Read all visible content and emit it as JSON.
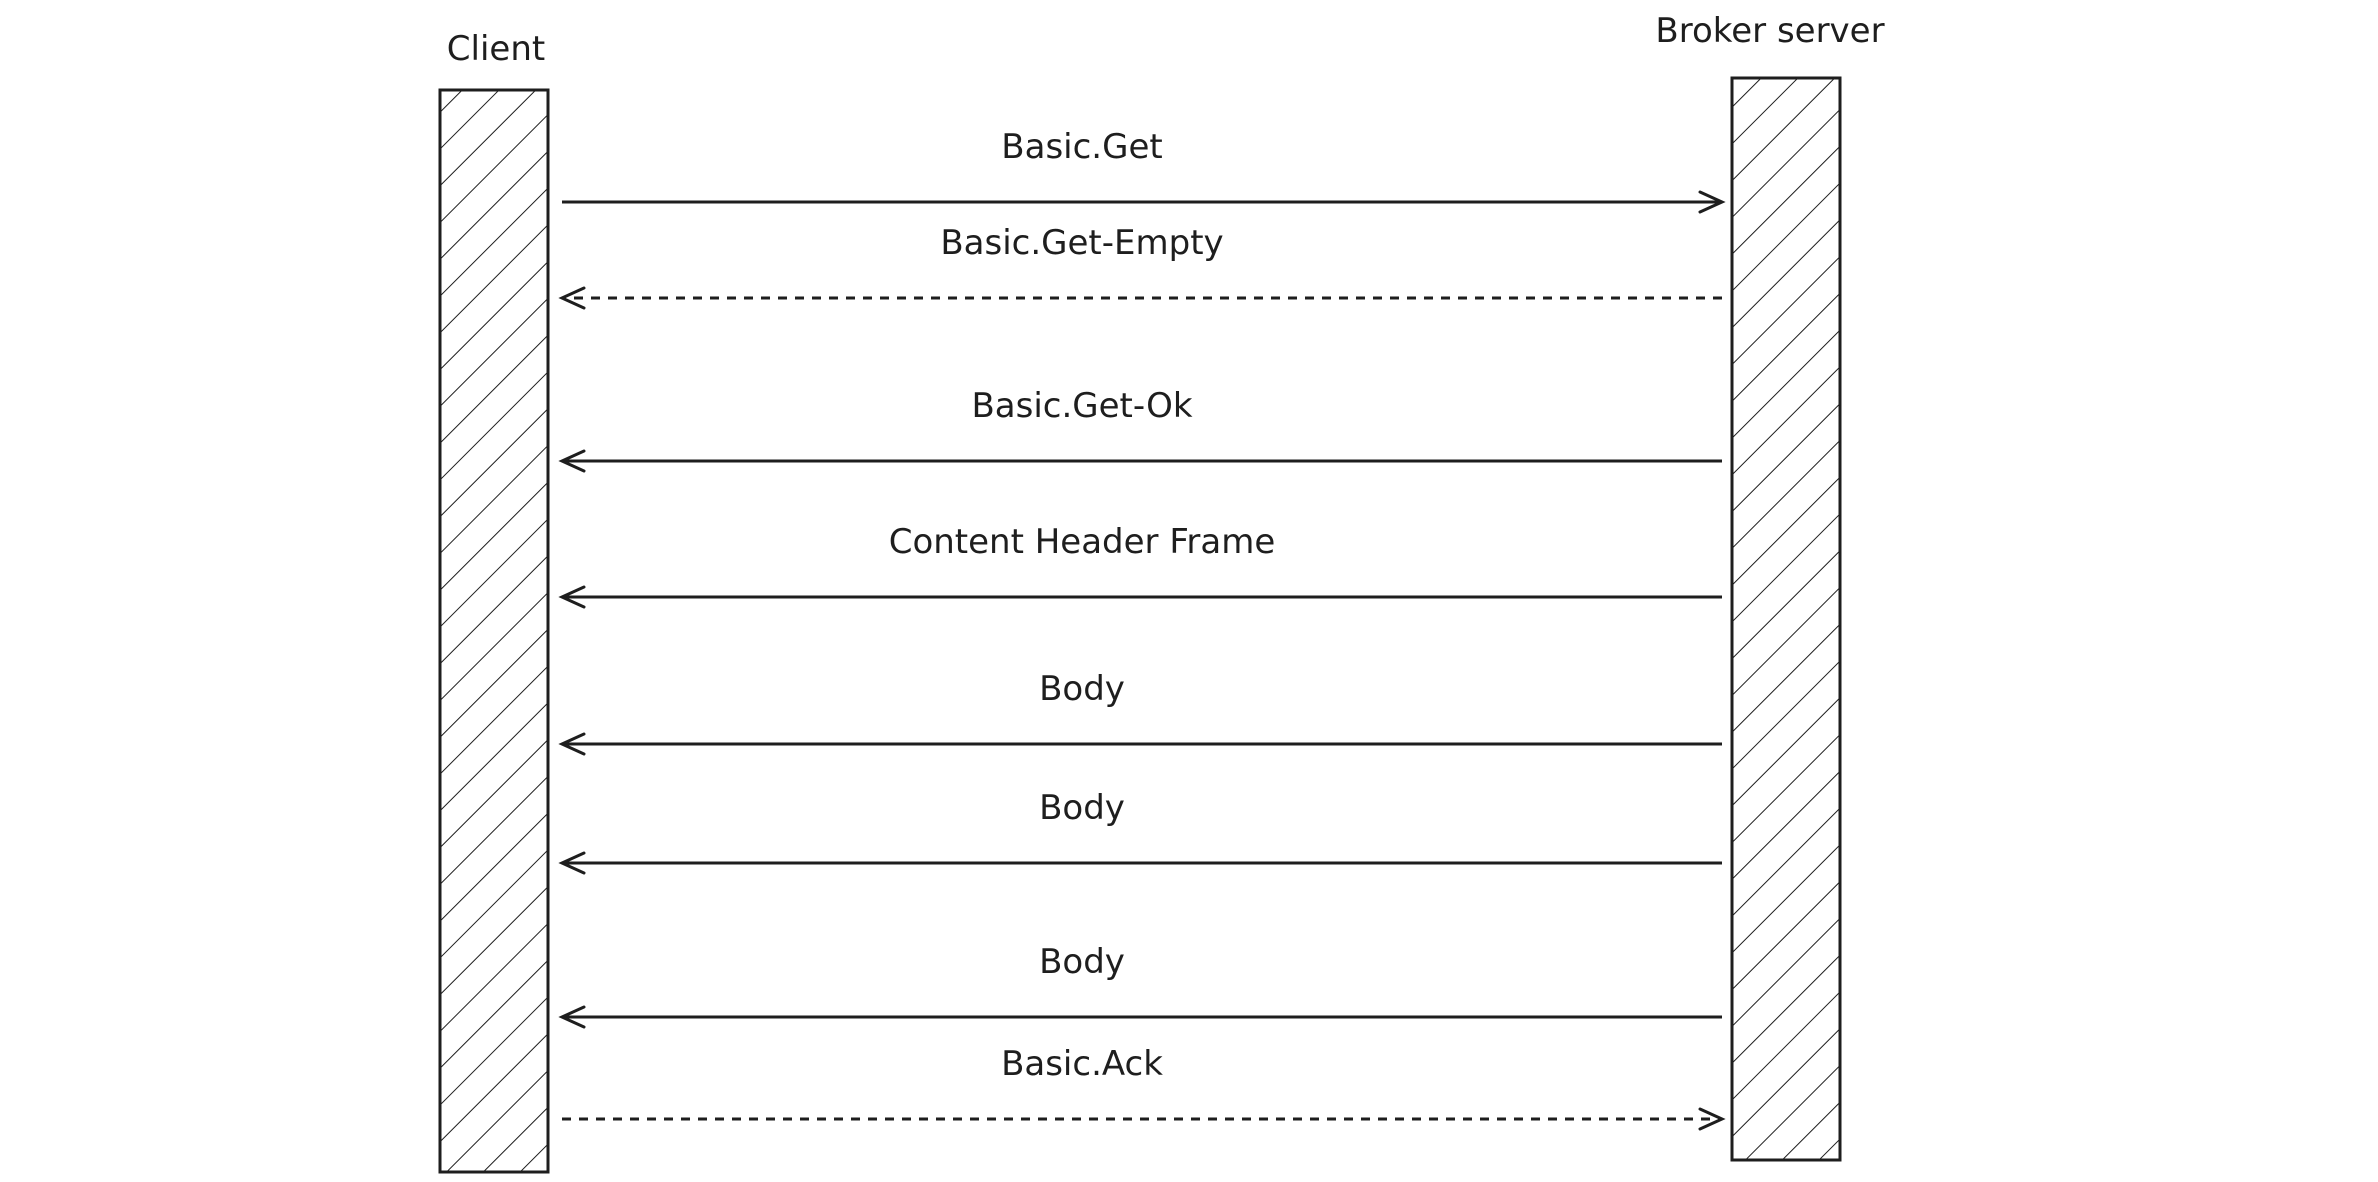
{
  "participants": {
    "client": {
      "label": "Client"
    },
    "broker": {
      "label": "Broker server"
    }
  },
  "messages": [
    {
      "label": "Basic.Get",
      "from": "client",
      "to": "broker",
      "style": "solid"
    },
    {
      "label": "Basic.Get-Empty",
      "from": "broker",
      "to": "client",
      "style": "dashed"
    },
    {
      "label": "Basic.Get-Ok",
      "from": "broker",
      "to": "client",
      "style": "solid"
    },
    {
      "label": "Content Header Frame",
      "from": "broker",
      "to": "client",
      "style": "solid"
    },
    {
      "label": "Body",
      "from": "broker",
      "to": "client",
      "style": "solid"
    },
    {
      "label": "Body",
      "from": "broker",
      "to": "client",
      "style": "solid"
    },
    {
      "label": "Body",
      "from": "broker",
      "to": "client",
      "style": "solid"
    },
    {
      "label": "Basic.Ack",
      "from": "client",
      "to": "broker",
      "style": "dashed"
    }
  ]
}
